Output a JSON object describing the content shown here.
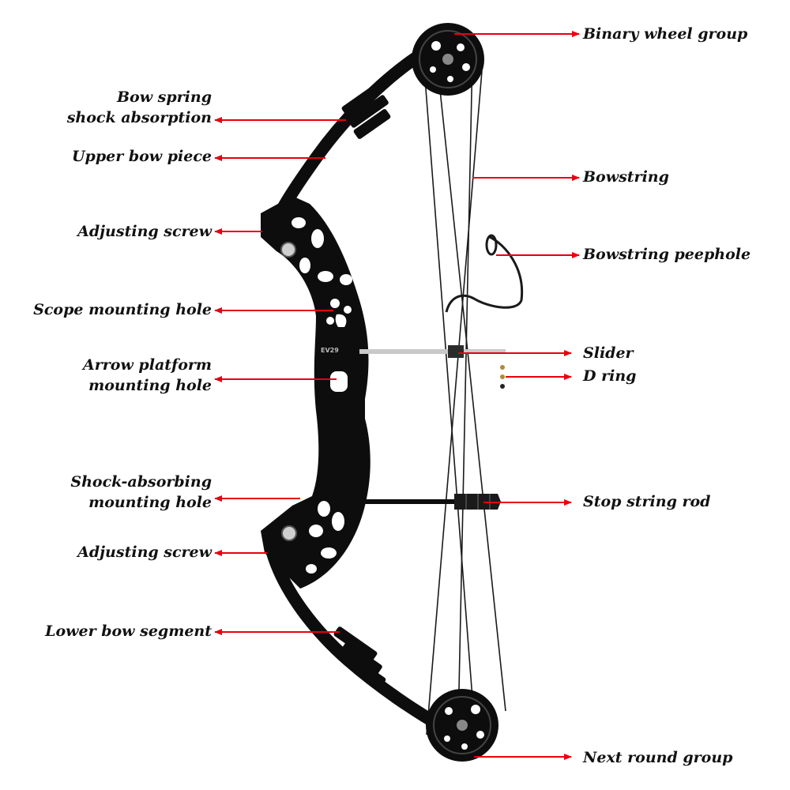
{
  "colors": {
    "arrow": "#e8000f",
    "bow_body": "#0d0d0d",
    "bow_highlight": "#3a3a3a",
    "string": "#1a1a1a",
    "arrow_rest": "#c9c9c9",
    "text": "#111111",
    "background": "#ffffff"
  },
  "labels_left": [
    {
      "key": "bow_spring",
      "lines": [
        "Bow spring",
        "shock absorption"
      ]
    },
    {
      "key": "upper_bow",
      "lines": [
        "Upper bow piece"
      ]
    },
    {
      "key": "adjusting_screw_top",
      "lines": [
        "Adjusting screw"
      ]
    },
    {
      "key": "scope_mount",
      "lines": [
        "Scope mounting hole"
      ]
    },
    {
      "key": "arrow_platform",
      "lines": [
        "Arrow platform",
        "mounting hole"
      ]
    },
    {
      "key": "shock_absorbing",
      "lines": [
        "Shock-absorbing",
        "mounting hole"
      ]
    },
    {
      "key": "adjusting_screw_bottom",
      "lines": [
        "Adjusting screw"
      ]
    },
    {
      "key": "lower_bow",
      "lines": [
        "Lower bow segment"
      ]
    }
  ],
  "labels_right": [
    {
      "key": "binary_wheel",
      "lines": [
        "Binary wheel group"
      ]
    },
    {
      "key": "bowstring",
      "lines": [
        "Bowstring"
      ]
    },
    {
      "key": "peephole",
      "lines": [
        "Bowstring peephole"
      ]
    },
    {
      "key": "slider",
      "lines": [
        "Slider"
      ]
    },
    {
      "key": "d_ring",
      "lines": [
        "D ring"
      ]
    },
    {
      "key": "stop_rod",
      "lines": [
        "Stop string rod"
      ]
    },
    {
      "key": "next_round",
      "lines": [
        "Next round group"
      ]
    }
  ]
}
